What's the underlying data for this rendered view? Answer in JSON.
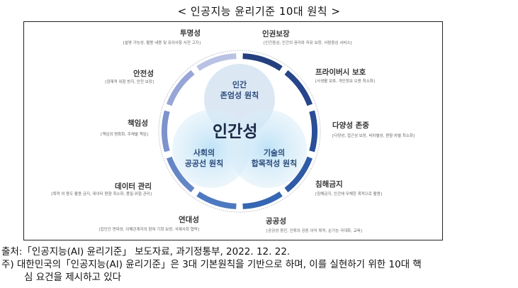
{
  "title": "< 인공지능 윤리기준 10대 원칙 >",
  "diagram": {
    "core": "인간성",
    "principles": [
      {
        "line1": "인간",
        "line2": "존엄성 원칙"
      },
      {
        "line1": "사회의",
        "line2": "공공선 원칙"
      },
      {
        "line1": "기술의",
        "line2": "합목적성 원칙"
      }
    ],
    "requirements": [
      {
        "name": "인권보장",
        "desc": "[인간중심, 인간의 권리와 자유 보장, 사람중심 서비스]"
      },
      {
        "name": "프라이버시 보호",
        "desc": "[사생활 보호, 개인정보 오용 최소화]"
      },
      {
        "name": "다양성 존중",
        "desc": "[다양성, 접근성 보장, 비차별성, 편향·차별 최소화]"
      },
      {
        "name": "침해금지",
        "desc": "[침해금지, 인간에 무해한 목적으로 활용]"
      },
      {
        "name": "공공성",
        "desc": "[공공성 증진, 인류의 공동 이익 목적, 순기능 극대화, 교육]"
      },
      {
        "name": "연대성",
        "desc": "[집단간 연대성, 이해관계자의 참여 기회 보장, 국제사회 협력]"
      },
      {
        "name": "데이터 관리",
        "desc": "[목적 외 용도 활용 금지, 데이터 편향 최소화, 품질·위험 관리]"
      },
      {
        "name": "책임성",
        "desc": "[책임의 명확화, 주체별 책임]"
      },
      {
        "name": "안전성",
        "desc": "[잠재적 위험 방지, 안전 보장]"
      },
      {
        "name": "투명성",
        "desc": "[설명 가능성, 활용 내용 및 유의사항 사전 고지]"
      }
    ],
    "segment_colors": [
      "#25407e",
      "#27458a",
      "#2a4e97",
      "#2f5aa6",
      "#3566b3",
      "#4d79c0",
      "#6486c6",
      "#7c93cc",
      "#97a6d6",
      "#b9c2e4"
    ]
  },
  "footer": {
    "source": "출처:「인공지능(AI) 윤리기준」 보도자료, 과기정통부, 2022. 12. 22.",
    "note_line1": "주) 대한민국의「인공지능(AI) 윤리기준」은 3대 기본원칙을 기반으로 하며, 이를 실현하기 위한 10대 핵",
    "note_line2": "심 요건을 제시하고 있다"
  }
}
